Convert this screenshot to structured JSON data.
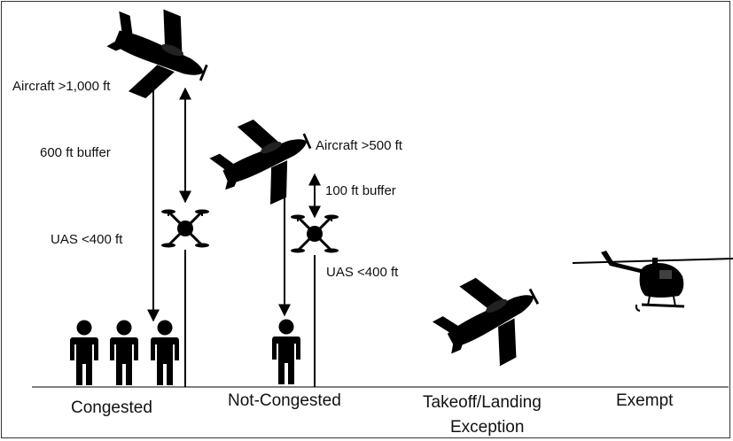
{
  "labels": {
    "aircraft_congested": "Aircraft >1,000 ft",
    "buffer_congested": "600 ft buffer",
    "uas_congested": "UAS <400 ft",
    "aircraft_not_congested": "Aircraft >500 ft",
    "buffer_not_congested": "100 ft buffer",
    "uas_not_congested": "UAS <400 ft"
  },
  "categories": {
    "congested": "Congested",
    "not_congested": "Not-Congested",
    "takeoff_landing_line1": "Takeoff/Landing",
    "takeoff_landing_line2": "Exception",
    "exempt": "Exempt"
  }
}
